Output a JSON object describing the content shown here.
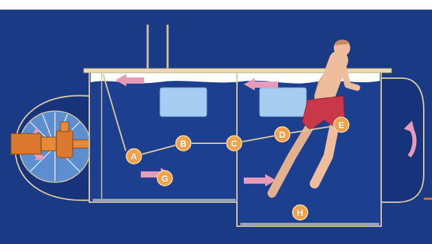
{
  "diagram": {
    "nodes": [
      {
        "text": [
          "A"
        ]
      },
      {
        "text": [
          "B"
        ]
      },
      {
        "text": [
          "C"
        ]
      },
      {
        "text": [
          "D"
        ]
      },
      {
        "text": [
          "E"
        ]
      },
      {
        "text": [
          "G"
        ]
      },
      {
        "text": [
          "H"
        ]
      }
    ],
    "edges": [
      {
        "from": 0,
        "to": 1,
        "arrow": "none"
      },
      {
        "from": 1,
        "to": 2,
        "arrow": "none"
      },
      {
        "from": 2,
        "to": 3,
        "arrow": "none"
      },
      {
        "from": 3,
        "to": 4,
        "arrow": "none"
      }
    ]
  }
}
